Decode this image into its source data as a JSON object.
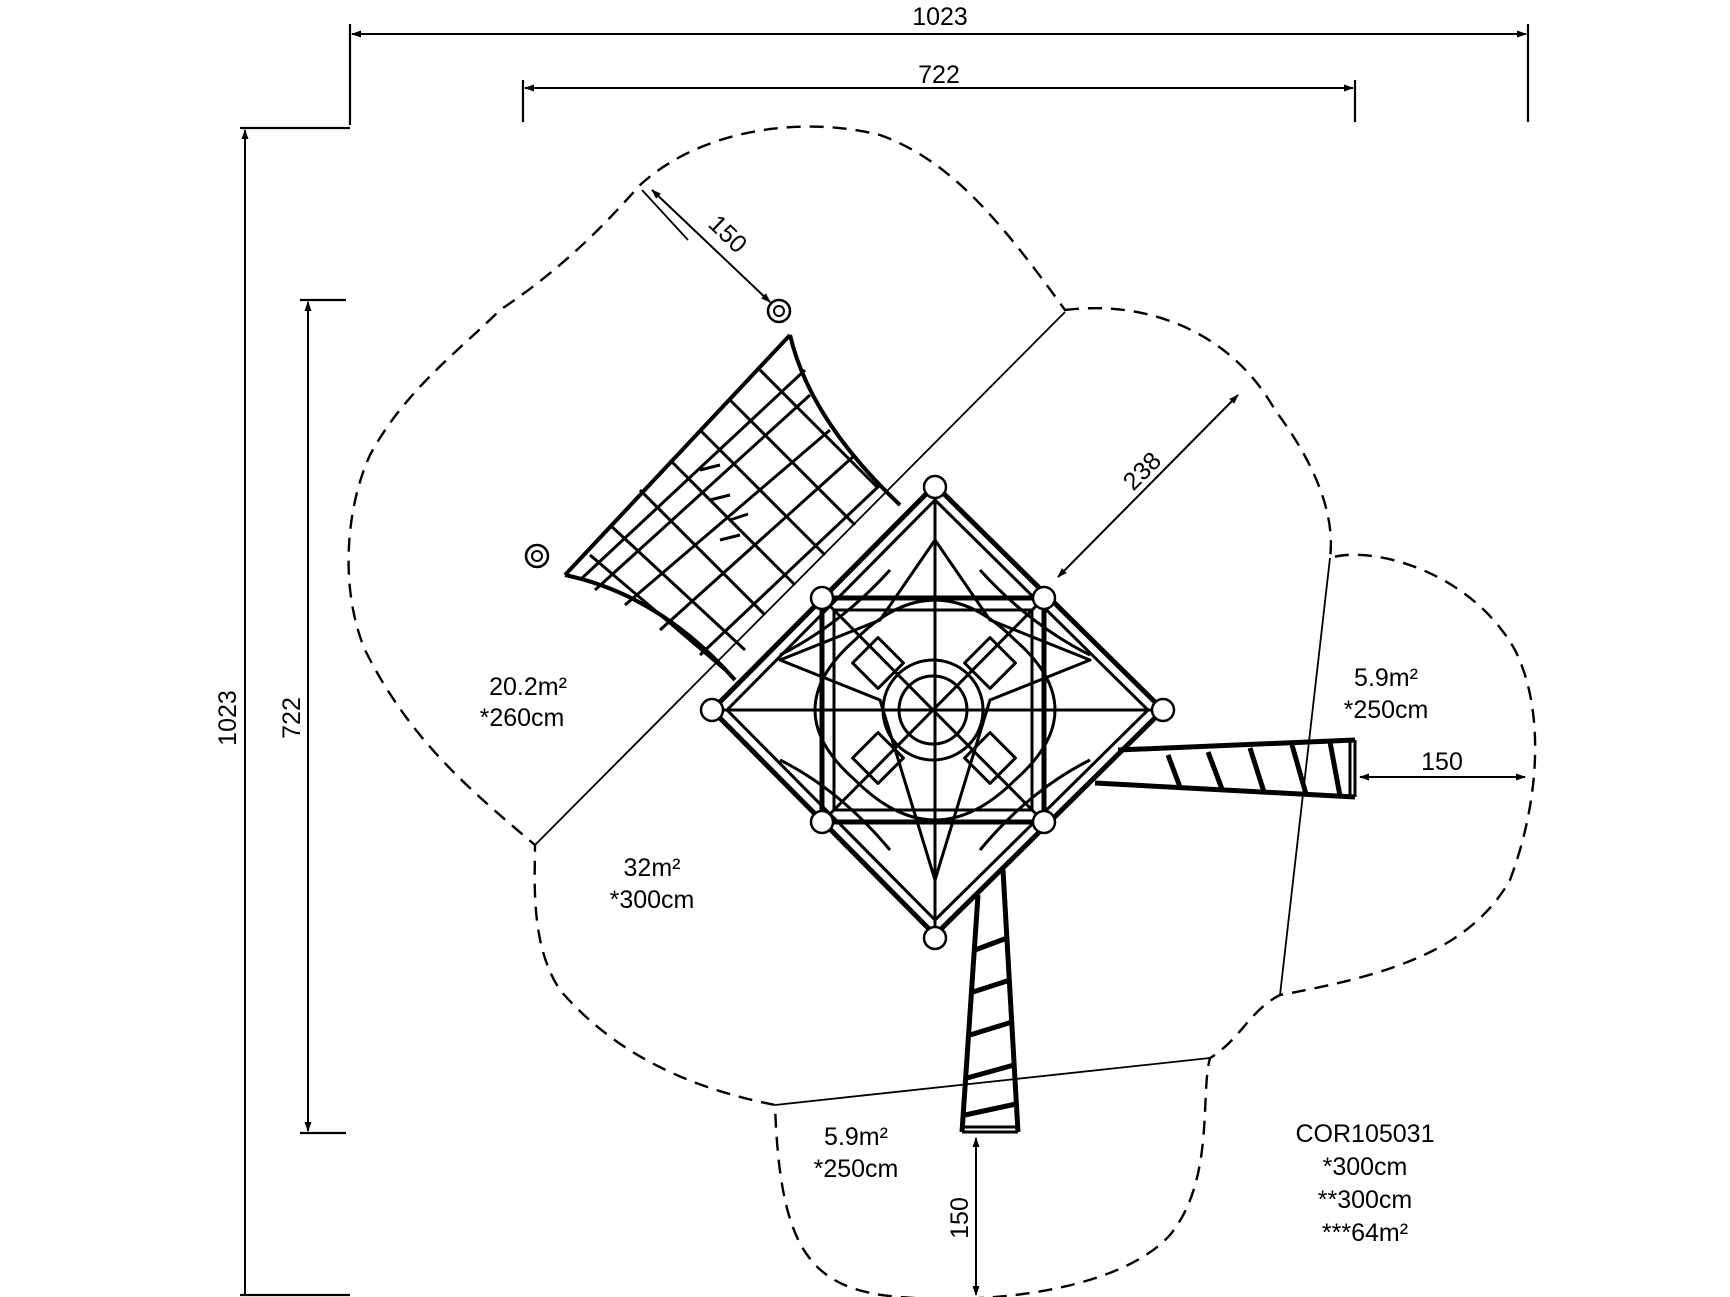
{
  "dimensions": {
    "overall_width": "1023",
    "inner_width": "722",
    "overall_height": "1023",
    "inner_height": "722",
    "net_clearance": "150",
    "diagonal_zone": "238",
    "right_clearance": "150",
    "bottom_clearance": "150"
  },
  "zones": {
    "left": {
      "area": "20.2m²",
      "height": "*260cm"
    },
    "lower_left": {
      "area": "32m²",
      "height": "*300cm"
    },
    "right": {
      "area": "5.9m²",
      "height": "*250cm"
    },
    "bottom": {
      "area": "5.9m²",
      "height": "*250cm"
    }
  },
  "product": {
    "code": "COR105031",
    "line1": "*300cm",
    "line2": "**300cm",
    "line3": "***64m²"
  }
}
